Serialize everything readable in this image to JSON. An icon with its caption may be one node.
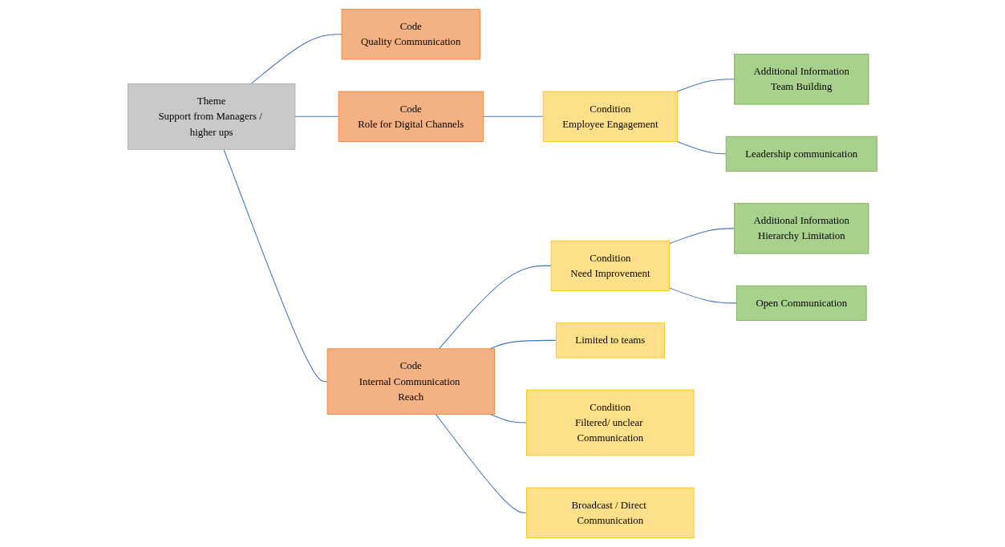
{
  "diagram": {
    "nodes": [
      {
        "text": [
          "Theme",
          "Support from Managers / higher ups"
        ]
      },
      {
        "text": [
          "Code",
          "Quality Communication"
        ]
      },
      {
        "text": [
          "Code",
          "Role for Digital Channels"
        ]
      },
      {
        "text": [
          "Code",
          "Internal Communication Reach"
        ]
      },
      {
        "text": [
          "Condition",
          "Employee Engagement"
        ]
      },
      {
        "text": [
          "Additional Information",
          "Team Building"
        ]
      },
      {
        "text": [
          "Leadership communication"
        ]
      },
      {
        "text": [
          "Additional Information",
          "Hierarchy Limitation"
        ]
      },
      {
        "text": [
          "Open Communication"
        ]
      },
      {
        "text": [
          "Condition",
          "Need Improvement"
        ]
      },
      {
        "text": [
          "Limited to teams"
        ]
      },
      {
        "text": [
          "Condition",
          "Filtered/ unclear Communication"
        ]
      },
      {
        "text": [
          "Broadcast / Direct Communication"
        ]
      }
    ],
    "edges": [
      {
        "from": 0,
        "to": 1,
        "arrow": "none"
      },
      {
        "from": 0,
        "to": 2,
        "arrow": "none"
      },
      {
        "from": 0,
        "to": 3,
        "arrow": "none"
      },
      {
        "from": 2,
        "to": 4,
        "arrow": "none"
      },
      {
        "from": 4,
        "to": 5,
        "arrow": "none"
      },
      {
        "from": 4,
        "to": 6,
        "arrow": "none"
      },
      {
        "from": 9,
        "to": 7,
        "arrow": "none"
      },
      {
        "from": 9,
        "to": 8,
        "arrow": "none"
      },
      {
        "from": 3,
        "to": 9,
        "arrow": "none"
      },
      {
        "from": 3,
        "to": 10,
        "arrow": "none"
      },
      {
        "from": 3,
        "to": 11,
        "arrow": "none"
      },
      {
        "from": 3,
        "to": 12,
        "arrow": "none"
      }
    ]
  }
}
